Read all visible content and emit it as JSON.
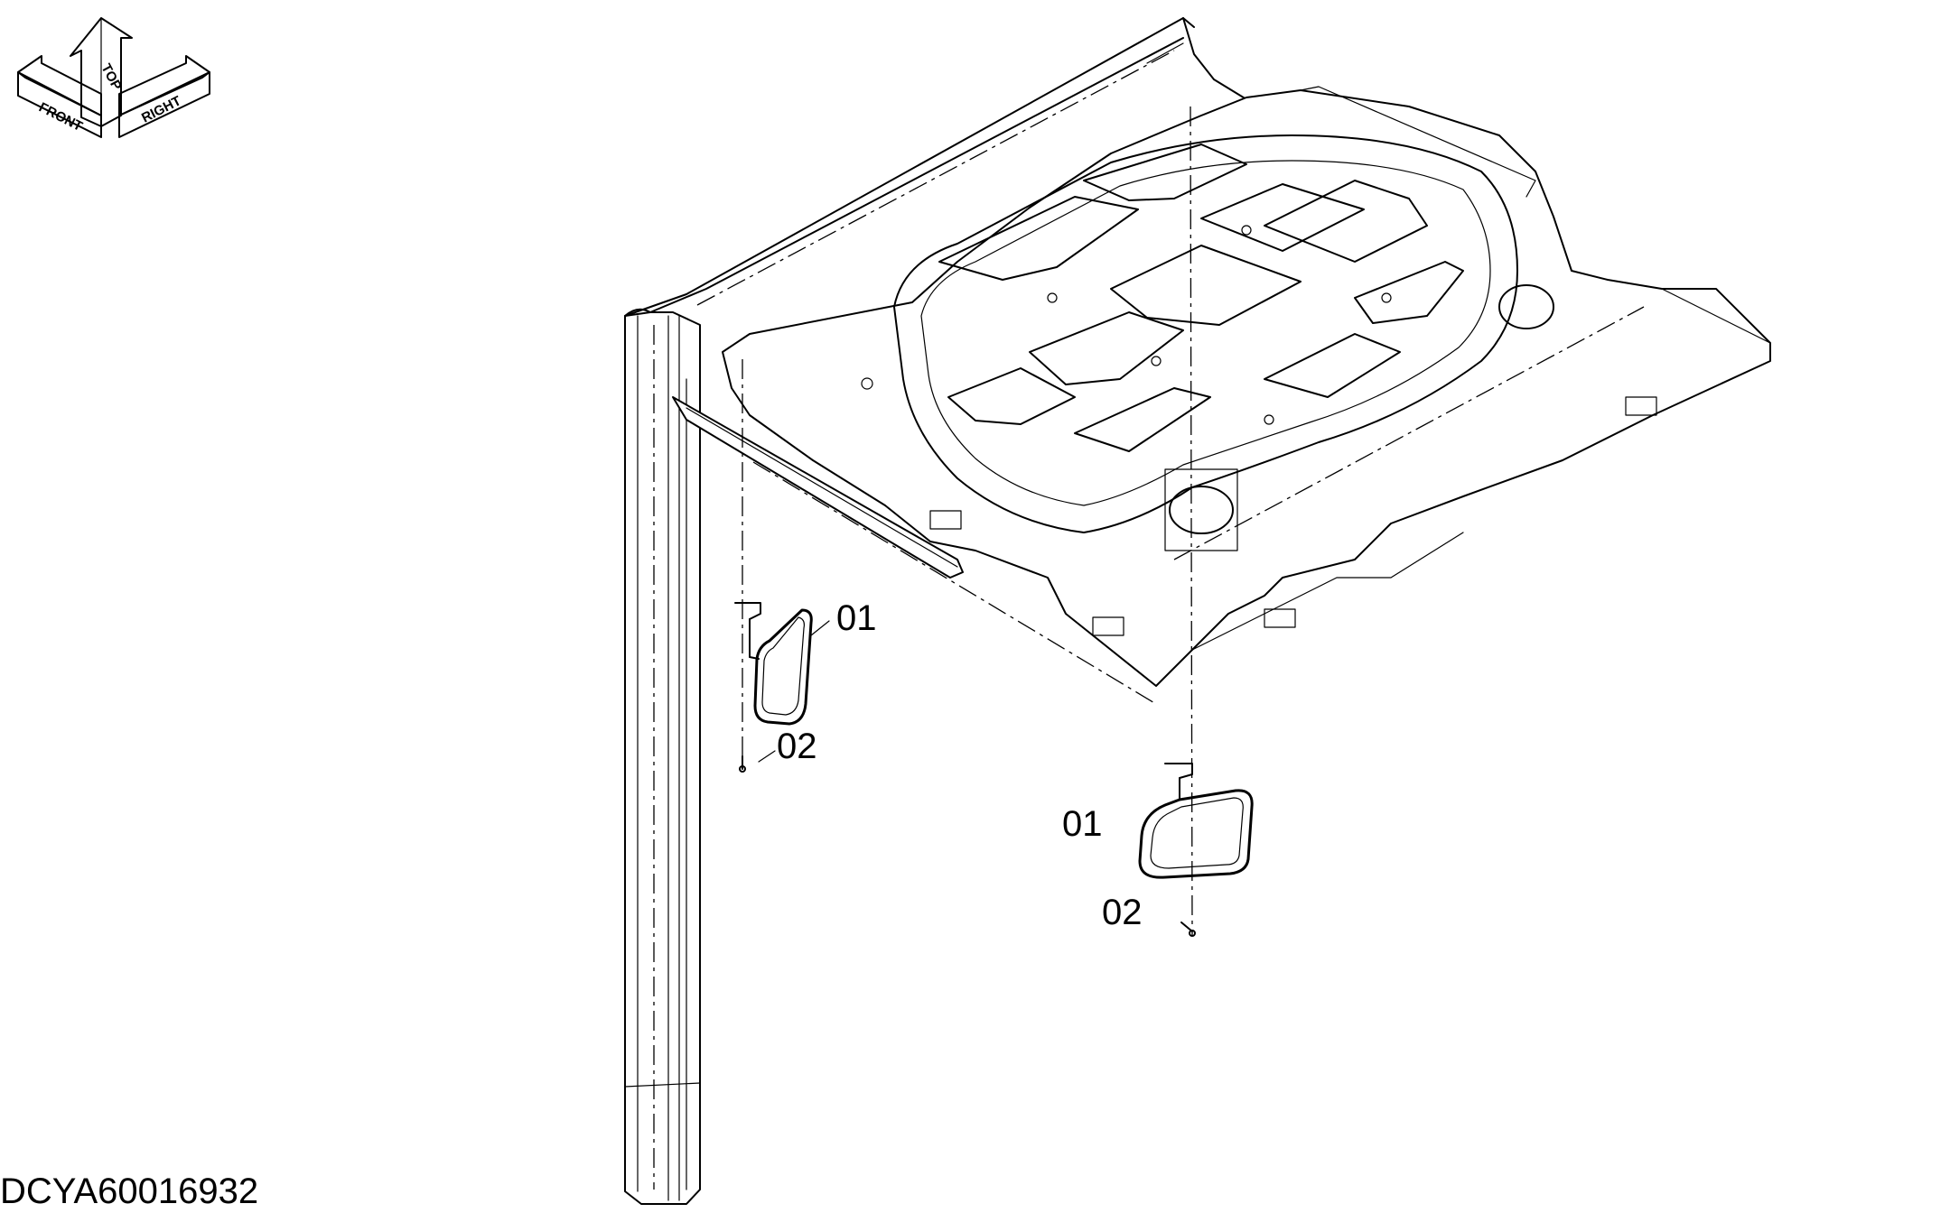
{
  "orientation_indicator": {
    "front_label": "FRONT",
    "top_label": "TOP",
    "right_label": "RIGHT"
  },
  "callouts": {
    "left_mirror": "01",
    "left_screw": "02",
    "right_mirror": "01",
    "right_screw": "02"
  },
  "document_code": "DCYA60016932"
}
